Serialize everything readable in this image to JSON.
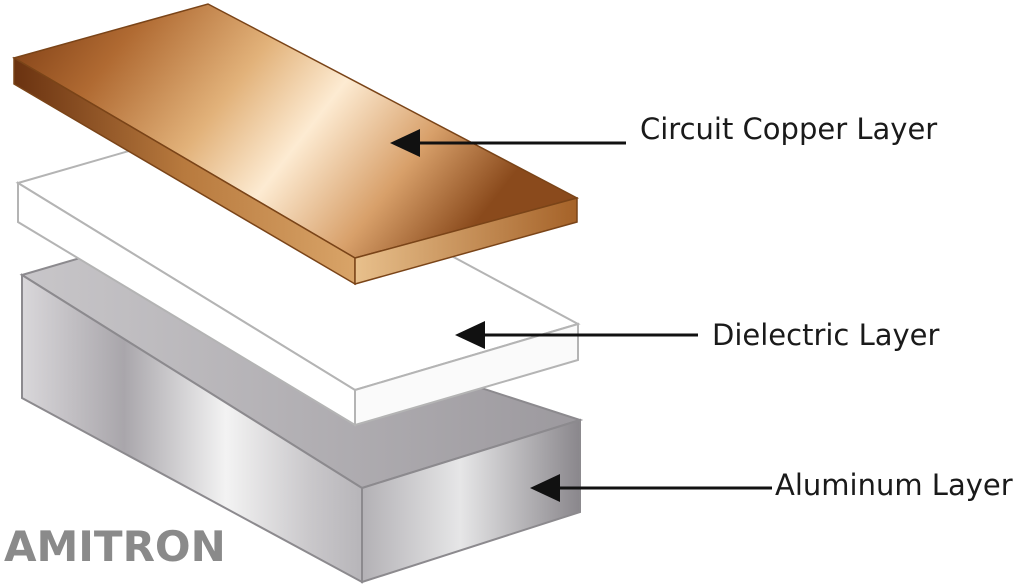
{
  "labels": {
    "copper": "Circuit Copper Layer",
    "dielectric": "Dielectric Layer",
    "aluminum": "Aluminum Layer"
  },
  "logo": {
    "text": "AMITRON"
  },
  "colors": {
    "copper_dark": "#8a4a1c",
    "copper_light": "#fdebd2",
    "aluminum_dark": "#8a878c",
    "aluminum_light": "#f2f2f2",
    "dielectric_edge": "#b4b4b4",
    "logo": "#8a8a8a"
  }
}
